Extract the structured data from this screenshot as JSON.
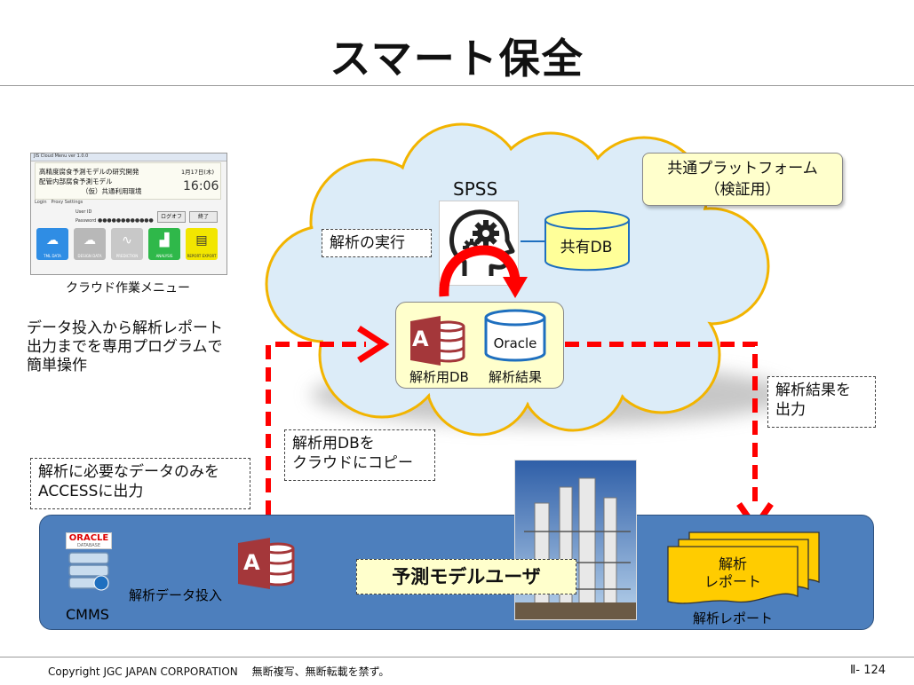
{
  "title": "スマート保全",
  "footer": {
    "copyright": "Copyright JGC JAPAN CORPORATION　 無断複写、無断転載を禁ず。",
    "page_number": "Ⅱ- 124"
  },
  "app_screenshot": {
    "window_bar": "JIS Cloud Menu  ver 1.0.0",
    "header_line1": "高精度腐食予測モデルの研究開発",
    "header_line2": "配管内部腐食予測モデル",
    "header_line3": "（仮）共通利用環境",
    "date": "1月17日(木)",
    "time": "16:06",
    "tabs": "Login　Proxy Settings",
    "user_id_label": "User ID",
    "password_label": "Password",
    "password_mask": "●●●●●●●●●●●●",
    "logoff_button": "ログオフ",
    "exit_button": "終了",
    "tiles": [
      {
        "label": "TML DATA",
        "color": "#2f8de4"
      },
      {
        "label": "DESIGN DATA",
        "color": "#b8b8b8"
      },
      {
        "label": "PREDICTION",
        "color": "#c8c8c8"
      },
      {
        "label": "ANALYSIS",
        "color": "#2fb84a"
      },
      {
        "label": "REPORT EXPORT",
        "color": "#f2e600"
      }
    ],
    "caption": "クラウド作業メニュー"
  },
  "labels": {
    "desc_program": [
      "データ投入から解析レポート",
      "出力までを専用プログラムで",
      "簡単操作"
    ],
    "exec_analysis": "解析の実行",
    "platform": [
      "共通プラットフォーム",
      "（検証用）"
    ],
    "spss": "SPSS",
    "shared_db": "共有DB",
    "oracle": "Oracle",
    "analysis_db": "解析用DB",
    "analysis_result": "解析結果",
    "output_result": [
      "解析結果を",
      "出力"
    ],
    "copy_to_cloud": [
      "解析用DBを",
      "クラウドにコピー"
    ],
    "access_output": [
      "解析に必要なデータのみを",
      "ACCESSに出力"
    ],
    "oracle_logo": "ORACLE",
    "oracle_logo_sub": "DATABASE",
    "cmms": "CMMS",
    "data_input": "解析データ投入",
    "model_user": "予測モデルユーザ",
    "report_doc": [
      "解析",
      "レポート"
    ],
    "report_caption": "解析レポート",
    "access_letter": "A"
  },
  "colors": {
    "cloud_fill": "#dcecf8",
    "cloud_stroke": "#f2b400",
    "arrow_red": "#ff0000",
    "band_blue": "#4d7fbd",
    "note_yellow": "#ffffcc",
    "access_red": "#a4373a",
    "db_yellow": "#ffff99",
    "db_blue": "#1e6fbf"
  }
}
